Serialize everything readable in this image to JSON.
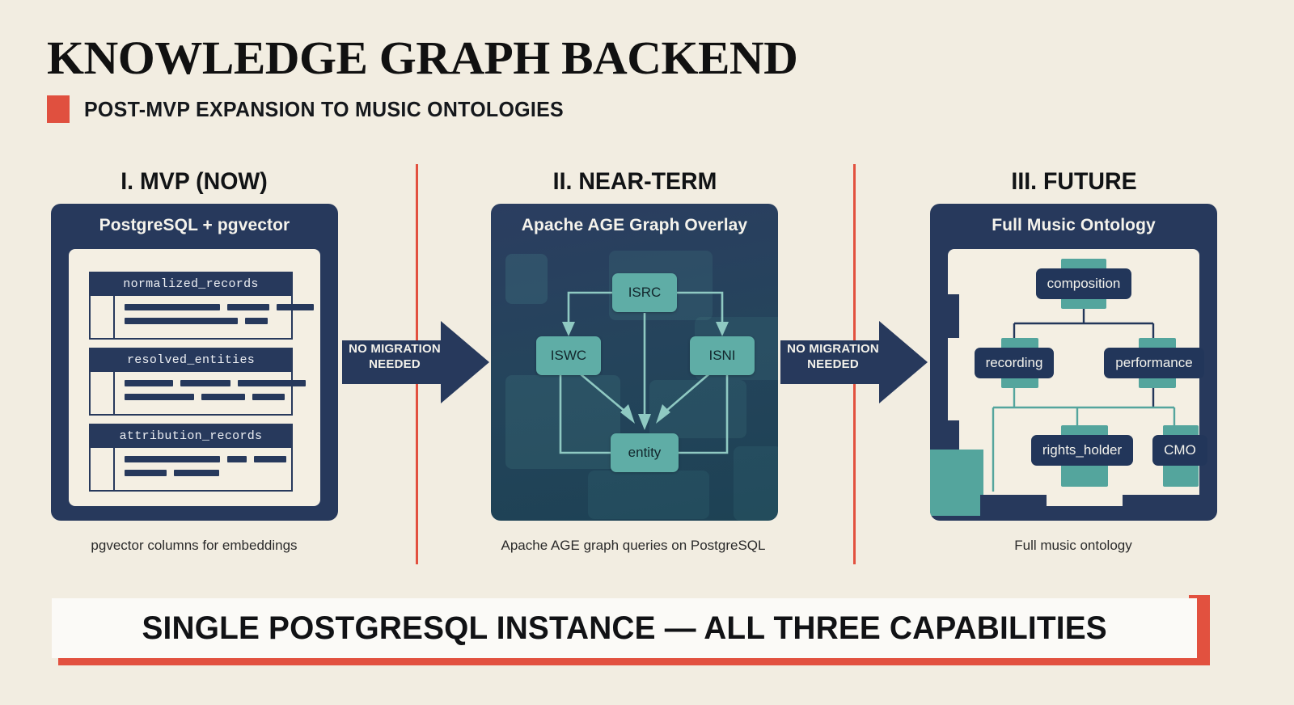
{
  "header": {
    "title": "KNOWLEDGE GRAPH BACKEND",
    "subtitle": "POST-MVP EXPANSION TO MUSIC ONTOLOGIES",
    "accent_color": "#e0503f"
  },
  "colors": {
    "background": "#f2ede1",
    "navy": "#27395c",
    "teal": "#54a59d",
    "teal_light": "#5fada6",
    "red": "#e2513f",
    "banner_bg": "#fbfaf7"
  },
  "columns": [
    {
      "heading": "I. MVP (NOW)",
      "panel_title": "PostgreSQL + pgvector",
      "caption": "pgvector columns for embeddings",
      "tables": [
        {
          "name": "normalized_records",
          "rows": [
            [
              118,
              52,
              46
            ],
            [
              140,
              28
            ]
          ]
        },
        {
          "name": "resolved_entities",
          "rows": [
            [
              60,
              62,
              84
            ],
            [
              86,
              54,
              40
            ]
          ]
        },
        {
          "name": "attribution_records",
          "rows": [
            [
              118,
              24,
              40
            ],
            [
              52,
              56
            ]
          ]
        }
      ]
    },
    {
      "heading": "II. NEAR-TERM",
      "panel_title": "Apache AGE Graph Overlay",
      "caption": "Apache AGE graph queries on PostgreSQL",
      "graph": {
        "nodes": [
          {
            "id": "isrc",
            "label": "ISRC"
          },
          {
            "id": "iswc",
            "label": "ISWC"
          },
          {
            "id": "isni",
            "label": "ISNI"
          },
          {
            "id": "entity",
            "label": "entity"
          }
        ],
        "edges": [
          {
            "from": "isrc",
            "to": "iswc"
          },
          {
            "from": "isrc",
            "to": "isni"
          },
          {
            "from": "isrc",
            "to": "entity"
          },
          {
            "from": "iswc",
            "to": "entity"
          },
          {
            "from": "isni",
            "to": "entity"
          },
          {
            "from": "iswc",
            "to": "entity"
          },
          {
            "from": "isni",
            "to": "entity"
          }
        ]
      }
    },
    {
      "heading": "III. FUTURE",
      "panel_title": "Full Music Ontology",
      "caption": "Full music ontology",
      "tree": {
        "nodes": [
          {
            "id": "composition",
            "label": "composition"
          },
          {
            "id": "recording",
            "label": "recording"
          },
          {
            "id": "performance",
            "label": "performance"
          },
          {
            "id": "rights_holder",
            "label": "rights_holder"
          },
          {
            "id": "cmo",
            "label": "CMO"
          }
        ],
        "edges": [
          {
            "from": "composition",
            "to": "recording"
          },
          {
            "from": "composition",
            "to": "performance"
          },
          {
            "from": "recording",
            "to": "rights_holder"
          },
          {
            "from": "performance",
            "to": "rights_holder"
          },
          {
            "from": "performance",
            "to": "cmo"
          }
        ]
      }
    }
  ],
  "arrows": [
    {
      "line1": "NO MIGRATION",
      "line2": "NEEDED"
    },
    {
      "line1": "NO MIGRATION",
      "line2": "NEEDED"
    }
  ],
  "banner": {
    "text": "SINGLE POSTGRESQL INSTANCE — ALL THREE CAPABILITIES"
  }
}
